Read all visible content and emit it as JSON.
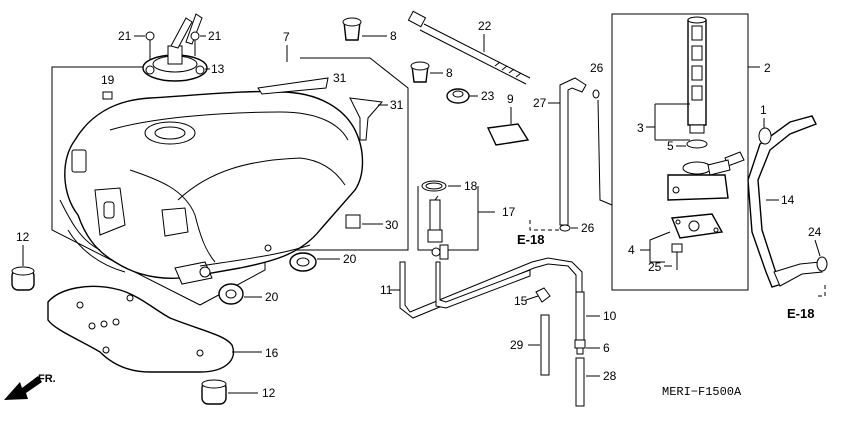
{
  "diagram_code": "MERI−F1500A",
  "direction_label": "FR.",
  "callouts": {
    "c1": "1",
    "c2": "2",
    "c3": "3",
    "c4": "4",
    "c5": "5",
    "c6": "6",
    "c7": "7",
    "c8a": "8",
    "c8b": "8",
    "c9": "9",
    "c10": "10",
    "c11": "11",
    "c12a": "12",
    "c12b": "12",
    "c13": "13",
    "c14": "14",
    "c15": "15",
    "c16": "16",
    "c17": "17",
    "c18": "18",
    "c19": "19",
    "c20a": "20",
    "c20b": "20",
    "c21a": "21",
    "c21b": "21",
    "c22": "22",
    "c23": "23",
    "c24": "24",
    "c25": "25",
    "c26a": "26",
    "c26b": "26",
    "c27": "27",
    "c28": "28",
    "c29": "29",
    "c30": "30",
    "c31a": "31",
    "c31b": "31"
  },
  "references": {
    "e18a": "E-18",
    "e18b": "E-18"
  }
}
